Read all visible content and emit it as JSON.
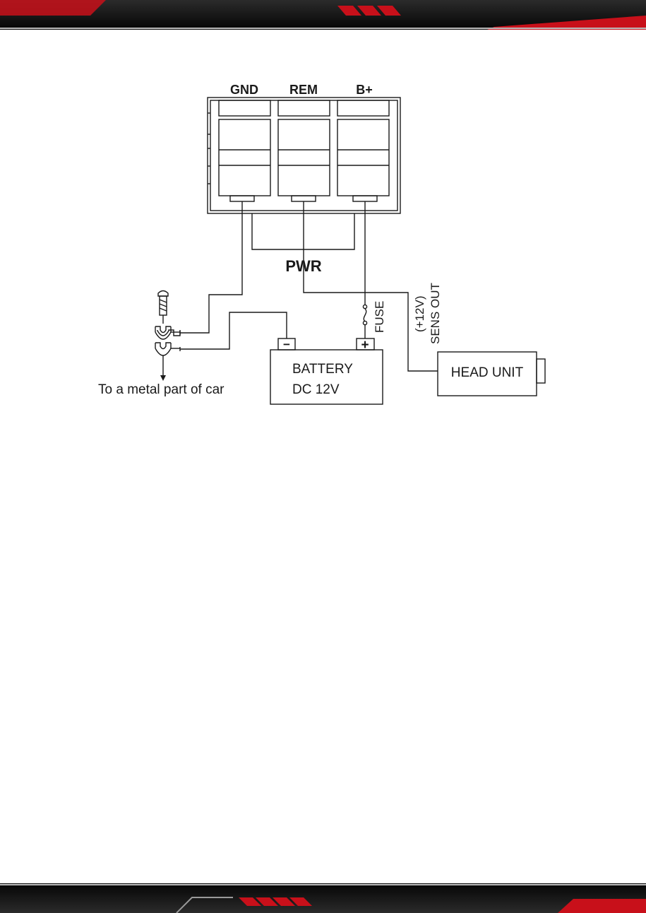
{
  "terminals": {
    "gnd": "GND",
    "rem": "REM",
    "bplus": "B+"
  },
  "pwr_label": "PWR",
  "fuse_label": "FUSE",
  "sens_out": {
    "line1": "(+12V)",
    "line2": "SENS OUT"
  },
  "battery": {
    "line1": "BATTERY",
    "line2": "DC 12V",
    "negative": "−",
    "positive": "+"
  },
  "head_unit_label": "HEAD UNIT",
  "ground_label": "To a metal part of car",
  "colors": {
    "banner_dark": "#111111",
    "banner_accent": "#c8101a",
    "line": "#1a1a1a"
  }
}
